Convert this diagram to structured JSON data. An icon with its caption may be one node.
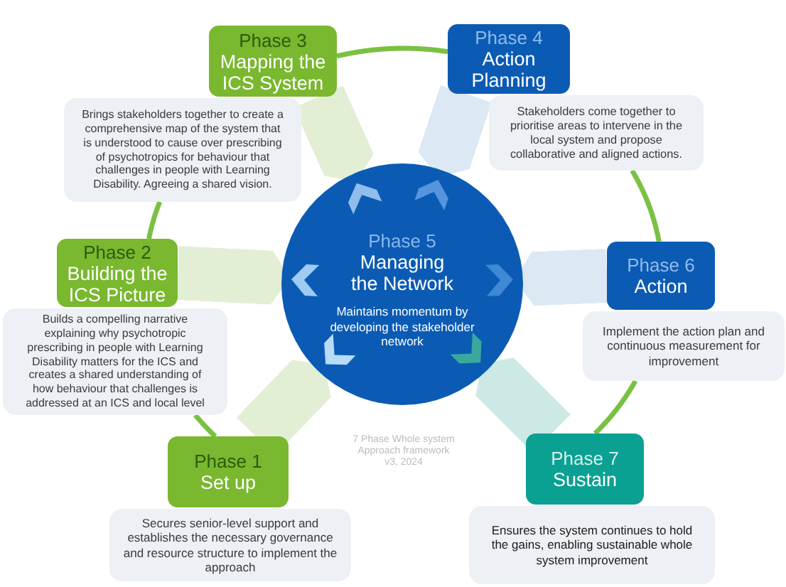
{
  "diagram": {
    "nodes": [
      {
        "text": [
          "Phase 3",
          "Mapping the ICS System"
        ]
      },
      {
        "text": [
          "Brings stakeholders together to create a comprehensive map of the system that is understood to cause over prescribing of psychotropics for behaviour that challenges in people with Learning Disability. Agreeing a shared vision."
        ]
      },
      {
        "text": [
          "Phase 4",
          "Action Planning"
        ]
      },
      {
        "text": [
          "Stakeholders come together to prioritise areas to intervene in the local system and propose collaborative and aligned actions."
        ]
      },
      {
        "text": [
          "Phase 2",
          "Building the ICS Picture"
        ]
      },
      {
        "text": [
          "Builds a compelling narrative explaining why psychotropic prescribing in people with Learning Disability matters for the ICS and creates a shared understanding of how behaviour that challenges is addressed at an ICS and local level"
        ]
      },
      {
        "text": [
          "Phase 5",
          "Managing the Network",
          "Maintains momentum by developing the stakeholder network"
        ]
      },
      {
        "text": [
          "Phase 6",
          "Action"
        ]
      },
      {
        "text": [
          "Implement the action plan and continuous measurement for improvement"
        ]
      },
      {
        "text": [
          "Phase 1",
          "Set up"
        ]
      },
      {
        "text": [
          "Secures senior-level support and establishes the necessary governance and resource structure to implement the approach"
        ]
      },
      {
        "text": [
          "Phase 7",
          "Sustain"
        ]
      },
      {
        "text": [
          "Ensures the system continues to hold the gains, enabling sustainable whole system improvement"
        ]
      }
    ],
    "edges": [
      {
        "from": 9,
        "to": 5,
        "arrow": "none"
      },
      {
        "from": 4,
        "to": 1,
        "arrow": "none"
      },
      {
        "from": 0,
        "to": 2,
        "arrow": "none"
      },
      {
        "from": 3,
        "to": 7,
        "arrow": "none"
      },
      {
        "from": 8,
        "to": 11,
        "arrow": "none"
      },
      {
        "from": 9,
        "to": 6,
        "arrow": "to",
        "color": "#e3efd4"
      },
      {
        "from": 4,
        "to": 6,
        "arrow": "to",
        "color": "#e3efd4"
      },
      {
        "from": 0,
        "to": 6,
        "arrow": "to",
        "color": "#e3efd4"
      },
      {
        "from": 2,
        "to": 6,
        "arrow": "to",
        "color": "#dce8f3"
      },
      {
        "from": 7,
        "to": 6,
        "arrow": "to",
        "color": "#dce8f3"
      },
      {
        "from": 11,
        "to": 6,
        "arrow": "to",
        "color": "#cde9e5"
      }
    ],
    "labels": [
      "7 Phase Whole system Approach framework v3, 2024"
    ]
  }
}
